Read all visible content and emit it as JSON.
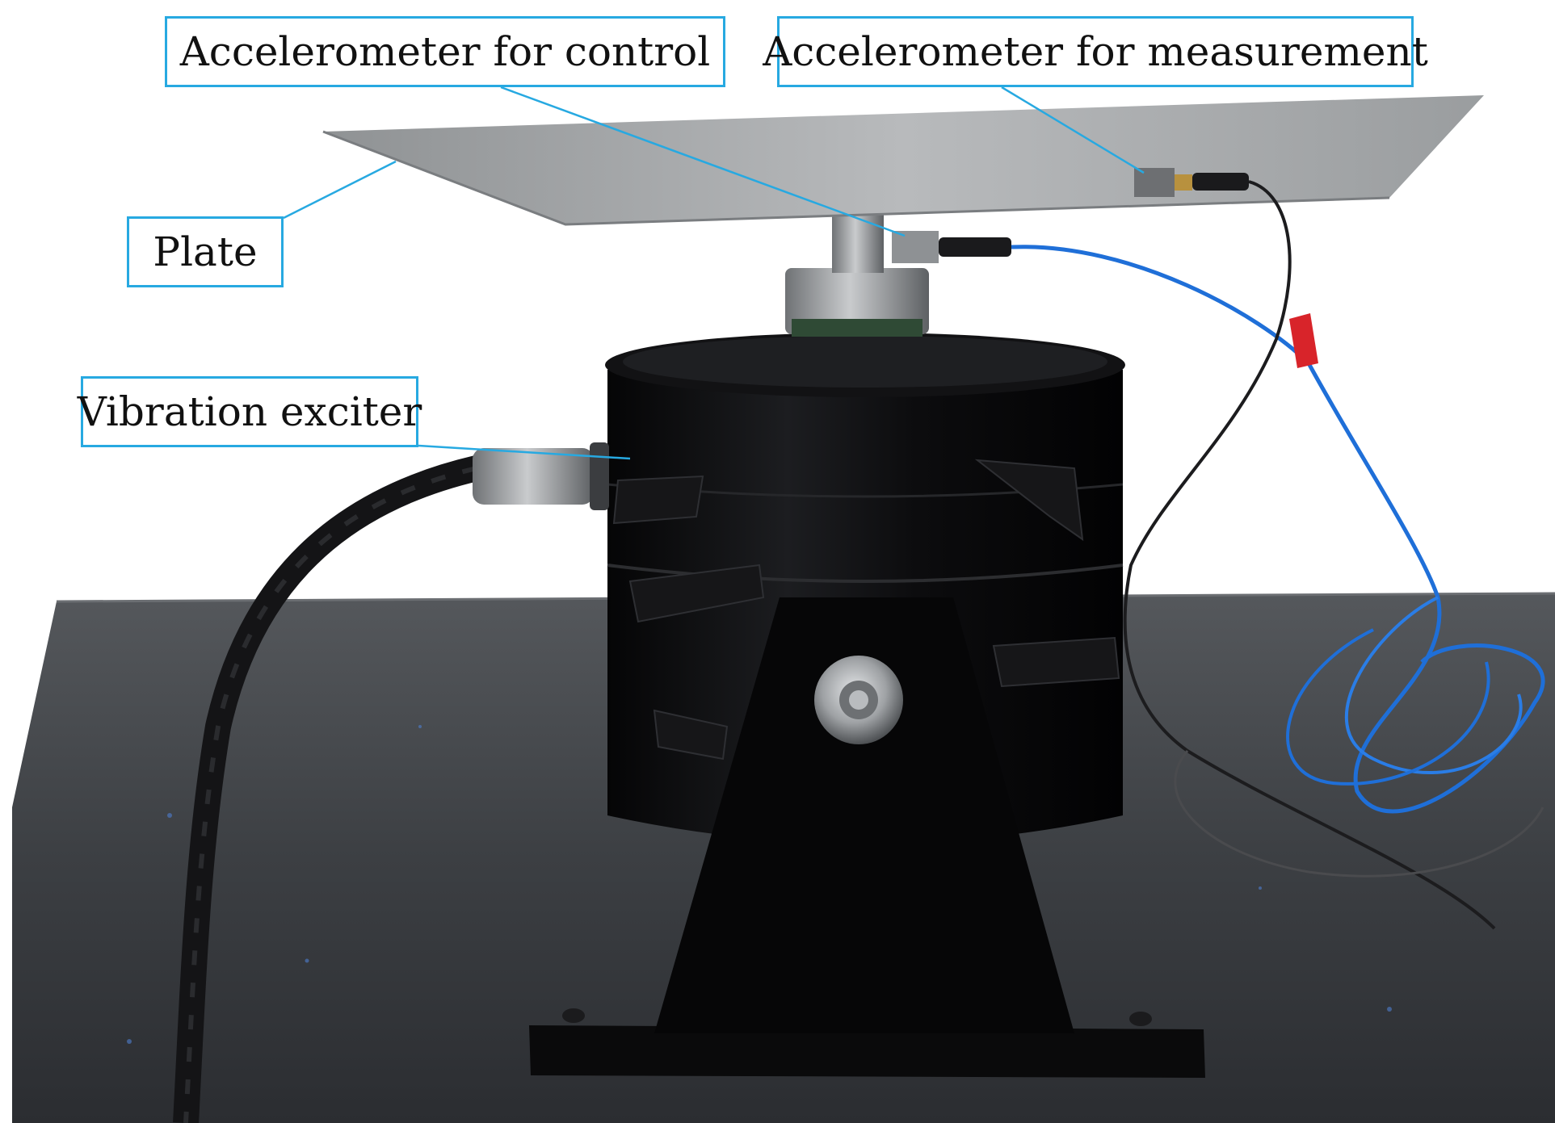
{
  "labels": {
    "plate": "Plate",
    "accelerometer_control": "Accelerometer for control",
    "accelerometer_measurement": "Accelerometer for measurement",
    "vibration_exciter": "Vibration exciter"
  },
  "colors": {
    "callout_border": "#27a9e1",
    "table_surface": "#3a3d42",
    "exciter_body": "#0d0d0f",
    "plate": "#a6a9ab",
    "cable_blue": "#1f6fd8"
  }
}
